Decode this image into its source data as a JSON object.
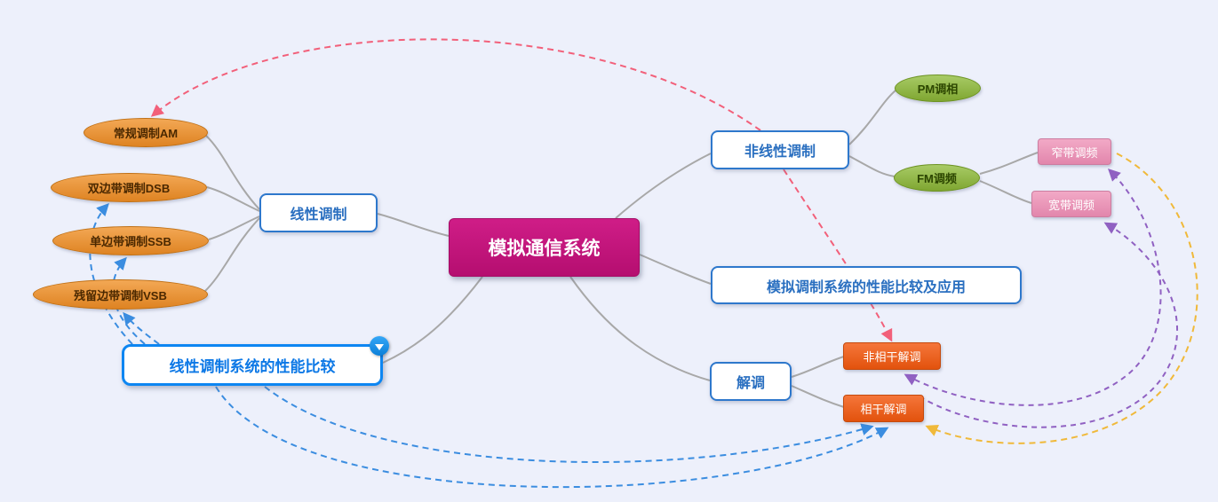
{
  "nodes": {
    "root": {
      "label": "模拟通信系统"
    },
    "linear": {
      "label": "线性调制"
    },
    "am": {
      "label": "常规调制AM"
    },
    "dsb": {
      "label": "双边带调制DSB"
    },
    "ssb": {
      "label": "单边带调制SSB"
    },
    "vsb": {
      "label": "残留边带调制VSB"
    },
    "lincompare": {
      "label": "线性调制系统的性能比较"
    },
    "nonlinear": {
      "label": "非线性调制"
    },
    "pm": {
      "label": "PM调相"
    },
    "fm": {
      "label": "FM调频"
    },
    "nbfm": {
      "label": "窄带调频"
    },
    "wbfm": {
      "label": "宽带调频"
    },
    "perfapp": {
      "label": "模拟调制系统的性能比较及应用"
    },
    "demod": {
      "label": "解调"
    },
    "noncoherent": {
      "label": "非相干解调"
    },
    "coherent": {
      "label": "相干解调"
    }
  },
  "tree_edges": [
    {
      "from": "root",
      "to": "linear"
    },
    {
      "from": "root",
      "to": "lincompare"
    },
    {
      "from": "root",
      "to": "nonlinear"
    },
    {
      "from": "root",
      "to": "perfapp"
    },
    {
      "from": "root",
      "to": "demod"
    },
    {
      "from": "linear",
      "to": "am"
    },
    {
      "from": "linear",
      "to": "dsb"
    },
    {
      "from": "linear",
      "to": "ssb"
    },
    {
      "from": "linear",
      "to": "vsb"
    },
    {
      "from": "nonlinear",
      "to": "pm"
    },
    {
      "from": "nonlinear",
      "to": "fm"
    },
    {
      "from": "fm",
      "to": "nbfm"
    },
    {
      "from": "fm",
      "to": "wbfm"
    },
    {
      "from": "demod",
      "to": "noncoherent"
    },
    {
      "from": "demod",
      "to": "coherent"
    }
  ],
  "relation_links": [
    {
      "from": "nonlinear",
      "to": "am",
      "color": "#f2607a",
      "style": "dashed"
    },
    {
      "from": "nonlinear",
      "to": "noncoherent",
      "color": "#f2607a",
      "style": "dashed"
    },
    {
      "from": "lincompare",
      "to": "dsb",
      "color": "#3b8de0",
      "style": "dashed"
    },
    {
      "from": "lincompare",
      "to": "ssb",
      "color": "#3b8de0",
      "style": "dashed"
    },
    {
      "from": "lincompare",
      "to": "vsb",
      "color": "#3b8de0",
      "style": "dashed"
    },
    {
      "from": "lincompare",
      "to": "coherent",
      "color": "#3b8de0",
      "style": "dashed"
    },
    {
      "from": "noncoherent",
      "to": "nbfm",
      "color": "#9061c2",
      "style": "dashed"
    },
    {
      "from": "noncoherent",
      "to": "wbfm",
      "color": "#9061c2",
      "style": "dashed"
    },
    {
      "from": "nbfm",
      "to": "coherent",
      "color": "#f0b93a",
      "style": "dashed"
    }
  ],
  "colors": {
    "background": "#edf0fb",
    "root_bg": "#c6137e",
    "branch_border": "#2e78cc",
    "branch_text": "#2a6fc0",
    "accent_blue": "#0d86f2",
    "orange_node": "#e8913a",
    "green_node": "#8db84a",
    "pink_node": "#eb97ba",
    "red_node": "#ed5f1d",
    "edge_gray": "#a8a8a8",
    "link_red": "#f2607a",
    "link_blue": "#3b8de0",
    "link_purple": "#9061c2",
    "link_yellow": "#f0b93a"
  }
}
